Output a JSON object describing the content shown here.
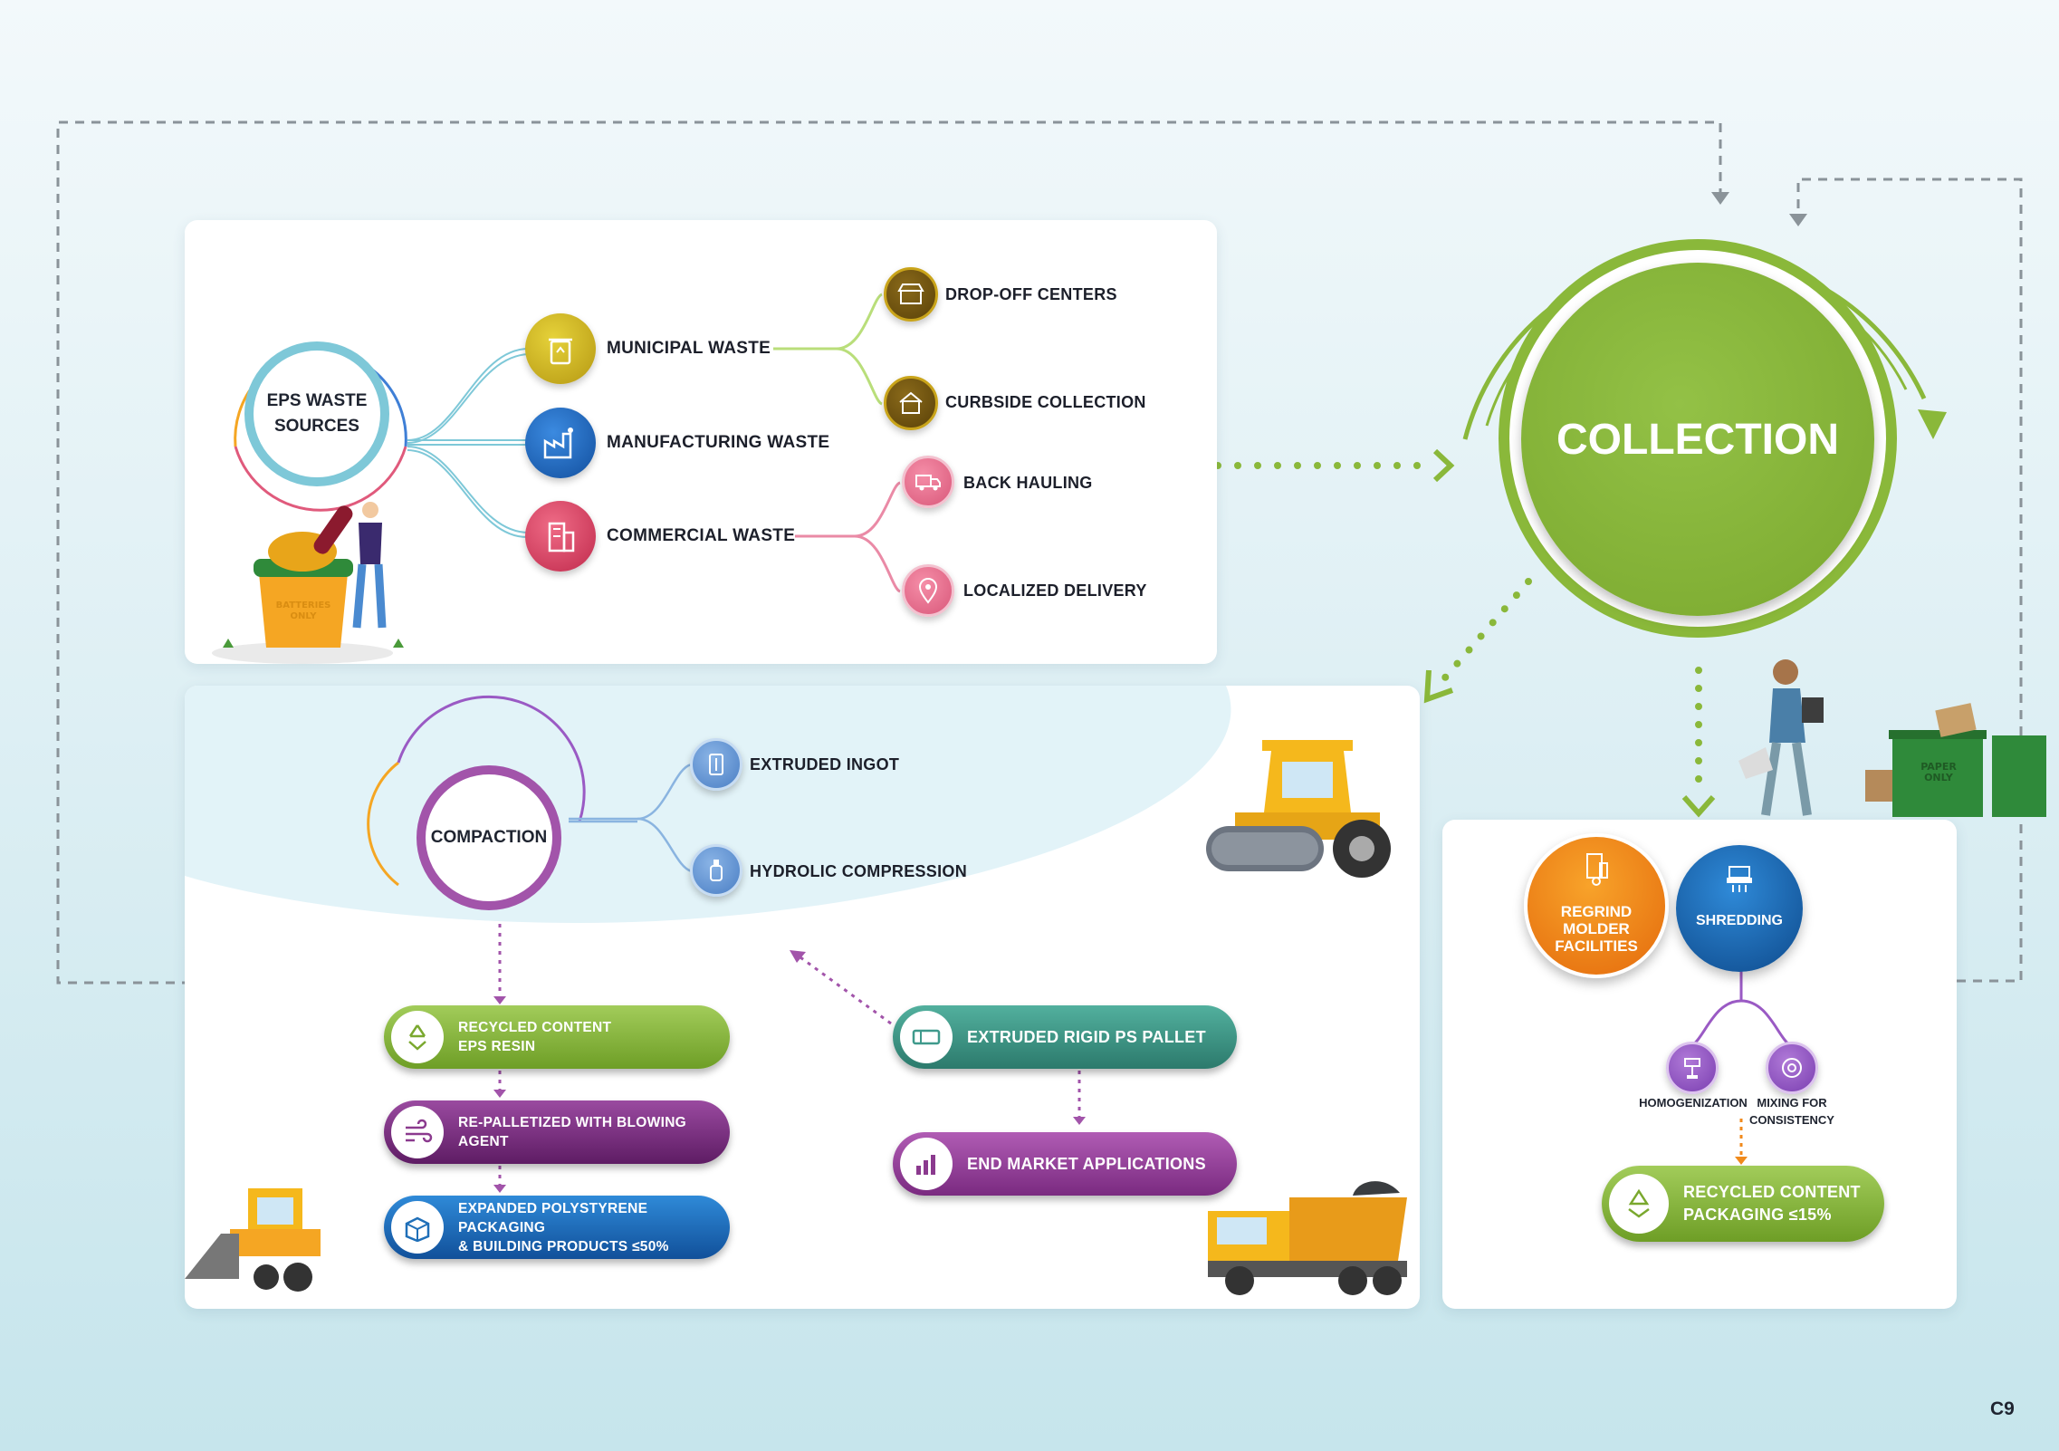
{
  "hub_sources": "EPS WASTE\nSOURCES",
  "sources": [
    {
      "label": "MUNICIPAL WASTE",
      "icon": "recycle-bin-icon"
    },
    {
      "label": "MANUFACTURING WASTE",
      "icon": "factory-icon"
    },
    {
      "label": "COMMERCIAL WASTE",
      "icon": "building-icon"
    }
  ],
  "municipal_branches": [
    {
      "label": "DROP-OFF CENTERS",
      "icon": "shop-icon"
    },
    {
      "label": "CURBSIDE COLLECTION",
      "icon": "house-icon"
    }
  ],
  "commercial_branches": [
    {
      "label": "BACK HAULING",
      "icon": "truck-icon"
    },
    {
      "label": "LOCALIZED DELIVERY",
      "icon": "location-pin-icon"
    }
  ],
  "collection": "COLLECTION",
  "hub_compaction": "COMPACTION",
  "compaction_branches": [
    {
      "label": "EXTRUDED INGOT",
      "icon": "ingot-icon"
    },
    {
      "label": "HYDROLIC COMPRESSION",
      "icon": "compression-icon"
    }
  ],
  "left_pills": [
    {
      "label": "RECYCLED CONTENT\nEPS RESIN",
      "icon": "recycle-icon"
    },
    {
      "label": "RE-PALLETIZED WITH BLOWING\nAGENT",
      "icon": "wind-icon"
    },
    {
      "label": "EXPANDED POLYSTYRENE PACKAGING\n& BUILDING PRODUCTS ≤50%",
      "icon": "package-icon"
    }
  ],
  "right_pills": [
    {
      "label": "EXTRUDED RIGID PS PALLET",
      "icon": "pallet-icon"
    },
    {
      "label": "END MARKET APPLICATIONS",
      "icon": "market-chart-icon"
    }
  ],
  "regrind": "REGRIND\nMOLDER\nFACILITIES",
  "shredding": "SHREDDING",
  "shred_branches": [
    {
      "label": "HOMOGENIZATION",
      "icon": "machine-icon"
    },
    {
      "label": "MIXING FOR\nCONSISTENCY",
      "icon": "mixer-icon"
    }
  ],
  "recycled_packaging": "RECYCLED CONTENT\nPACKAGING ≤15%",
  "page_code": "C9",
  "bin_text": "BATTERIES\nONLY",
  "container_text": "PAPER\nONLY",
  "colors": {
    "green": "#8ab83a",
    "purple": "#8b3a8e",
    "blue": "#1f6fb8",
    "teal": "#3f9a8c",
    "orange": "#f08a1c",
    "gold": "#c9a41a"
  }
}
